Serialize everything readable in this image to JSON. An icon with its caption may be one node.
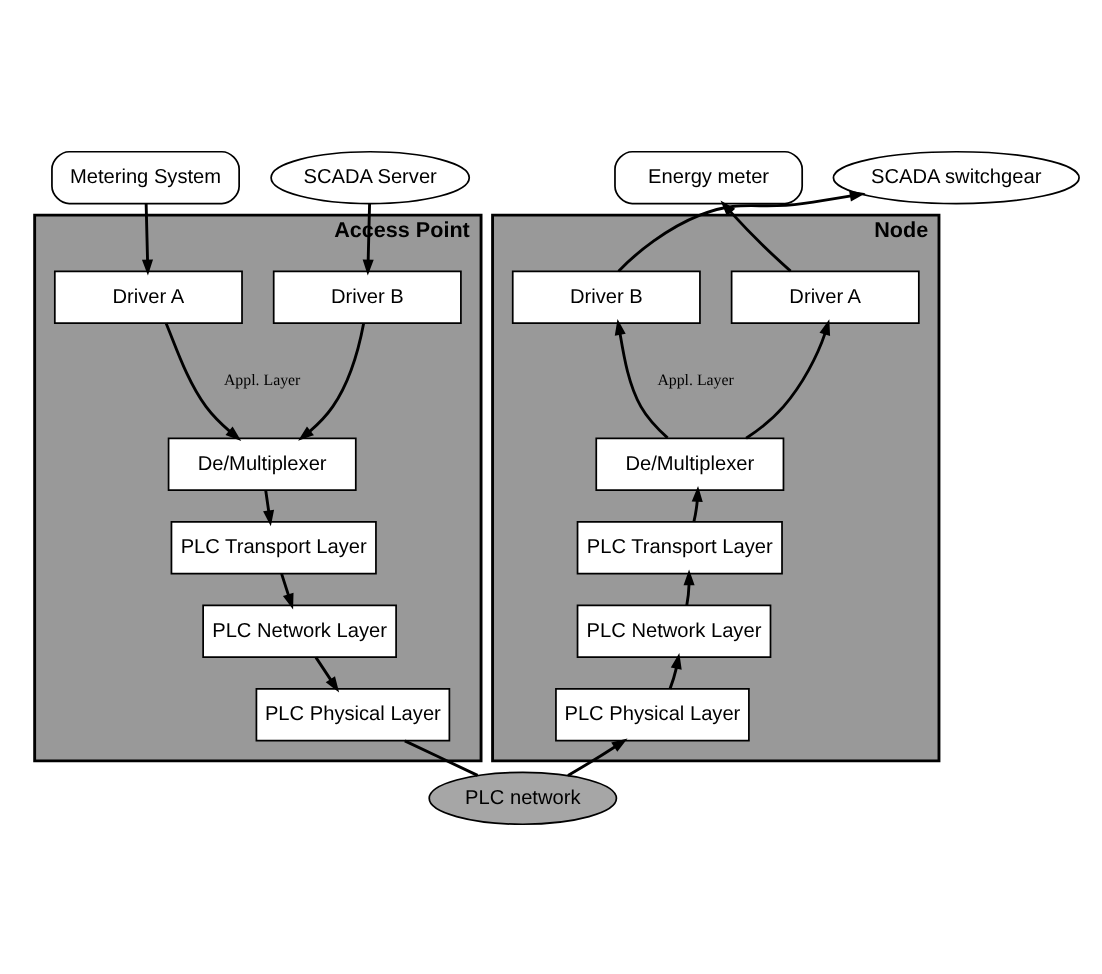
{
  "diagram": {
    "nodes": [
      {
        "text": [
          "Metering System"
        ]
      },
      {
        "text": [
          "SCADA Server"
        ]
      },
      {
        "text": [
          "Access Point"
        ]
      },
      {
        "text": [
          "Driver A"
        ],
        "in": 2
      },
      {
        "text": [
          "Driver B"
        ],
        "in": 2
      },
      {
        "text": [
          "De/Multiplexer"
        ],
        "in": 2
      },
      {
        "text": [
          "PLC Transport Layer"
        ],
        "in": 2
      },
      {
        "text": [
          "PLC Network Layer"
        ],
        "in": 2
      },
      {
        "text": [
          "PLC Physical Layer"
        ],
        "in": 2
      },
      {
        "text": [
          "Energy meter"
        ]
      },
      {
        "text": [
          "SCADA switchgear"
        ]
      },
      {
        "text": [
          "Node"
        ]
      },
      {
        "text": [
          "Driver A"
        ],
        "in": 11
      },
      {
        "text": [
          "Driver B"
        ],
        "in": 11
      },
      {
        "text": [
          "De/Multiplexer"
        ],
        "in": 11
      },
      {
        "text": [
          "PLC Transport Layer"
        ],
        "in": 11
      },
      {
        "text": [
          "PLC Network Layer"
        ],
        "in": 11
      },
      {
        "text": [
          "PLC Physical Layer"
        ],
        "in": 11
      },
      {
        "text": [
          "PLC network"
        ]
      }
    ],
    "edges": [
      {
        "from": 0,
        "to": 3,
        "arrow": "to"
      },
      {
        "from": 1,
        "to": 4,
        "arrow": "to"
      },
      {
        "from": 3,
        "to": 5,
        "arrow": "to"
      },
      {
        "from": 4,
        "to": 5,
        "arrow": "to"
      },
      {
        "from": 5,
        "to": 6,
        "arrow": "to"
      },
      {
        "from": 6,
        "to": 7,
        "arrow": "to"
      },
      {
        "from": 7,
        "to": 8,
        "arrow": "to"
      },
      {
        "from": 8,
        "to": 18,
        "arrow": "none"
      },
      {
        "from": 18,
        "to": 17,
        "arrow": "to"
      },
      {
        "from": 17,
        "to": 16,
        "arrow": "to"
      },
      {
        "from": 16,
        "to": 15,
        "arrow": "to"
      },
      {
        "from": 15,
        "to": 14,
        "arrow": "to"
      },
      {
        "from": 14,
        "to": 12,
        "arrow": "to"
      },
      {
        "from": 14,
        "to": 13,
        "arrow": "to"
      },
      {
        "from": 12,
        "to": 9,
        "arrow": "to"
      },
      {
        "from": 13,
        "to": 10,
        "arrow": "to"
      }
    ],
    "labels": [
      "Appl. Layer",
      "Appl. Layer"
    ]
  }
}
